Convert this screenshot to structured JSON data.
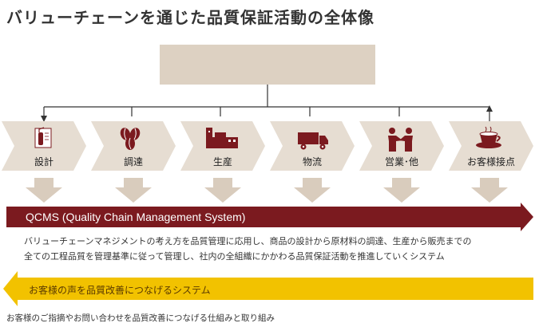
{
  "title": "バリューチェーンを通じた品質保証活動の全体像",
  "steps": [
    {
      "label": "設計",
      "icon": "fire-extinguisher-blueprint-icon"
    },
    {
      "label": "調達",
      "icon": "coffee-beans-icon"
    },
    {
      "label": "生産",
      "icon": "factory-icon"
    },
    {
      "label": "物流",
      "icon": "delivery-truck-icon"
    },
    {
      "label": "営業･他",
      "icon": "handshake-people-icon"
    },
    {
      "label": "お客様接点",
      "icon": "coffee-cup-icon"
    }
  ],
  "qcms": {
    "label": "QCMS (Quality Chain Management System)",
    "description": [
      "バリューチェーンマネジメントの考え方を品質管理に応用し、商品の設計から原材料の調達、生産から販売までの",
      "全ての工程品質を管理基準に従って管理し、社内の全組織にかかわる品質保証活動を推進していくシステム"
    ]
  },
  "voice": {
    "label": "お客様の声を品質改善につなげるシステム",
    "description": "お客様のご指摘やお問い合わせを品質改善につなげる仕組みと取り組み"
  },
  "colors": {
    "maroon": "#7b1a1f",
    "beige": "#ddd1c2",
    "chevron": "#e6ddd2",
    "down_arrow": "#d9ccbd",
    "yellow": "#f2c200"
  }
}
